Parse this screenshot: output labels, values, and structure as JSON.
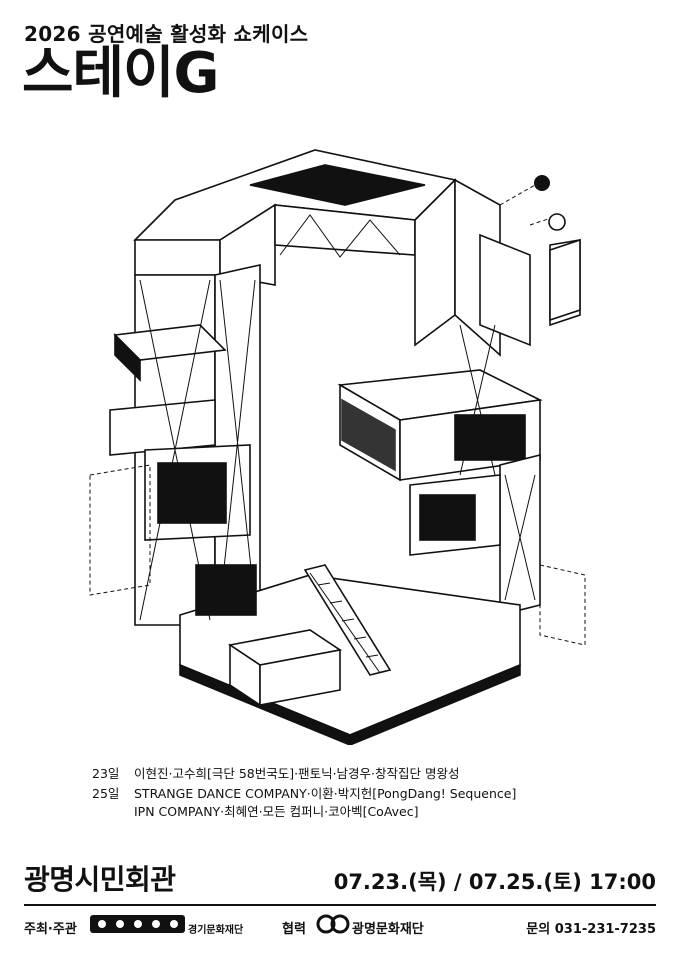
{
  "header": {
    "subtitle": "2026 공연예술 활성화 쇼케이스",
    "title": "스테이G"
  },
  "lineup": [
    {
      "day": "23일",
      "text": "이현진·고수희[극단 58번국도]·팬토닉·남경우·창작집단 명왕성"
    },
    {
      "day": "25일",
      "text": "STRANGE DANCE COMPANY·이환·박지헌[PongDang! Sequence]"
    },
    {
      "day": "",
      "text": "IPN COMPANY·최혜연·모든 컴퍼니·코아벡[CoAvec]"
    }
  ],
  "footer": {
    "venue": "광명시민회관",
    "dates": "07.23.(목) / 07.25.(토) 17:00",
    "host_label": "주최·주관",
    "host_name": "경기문화재단",
    "partner_label": "협력",
    "partner_name": "광명문화재단",
    "contact": "문의 031-231-7235"
  }
}
